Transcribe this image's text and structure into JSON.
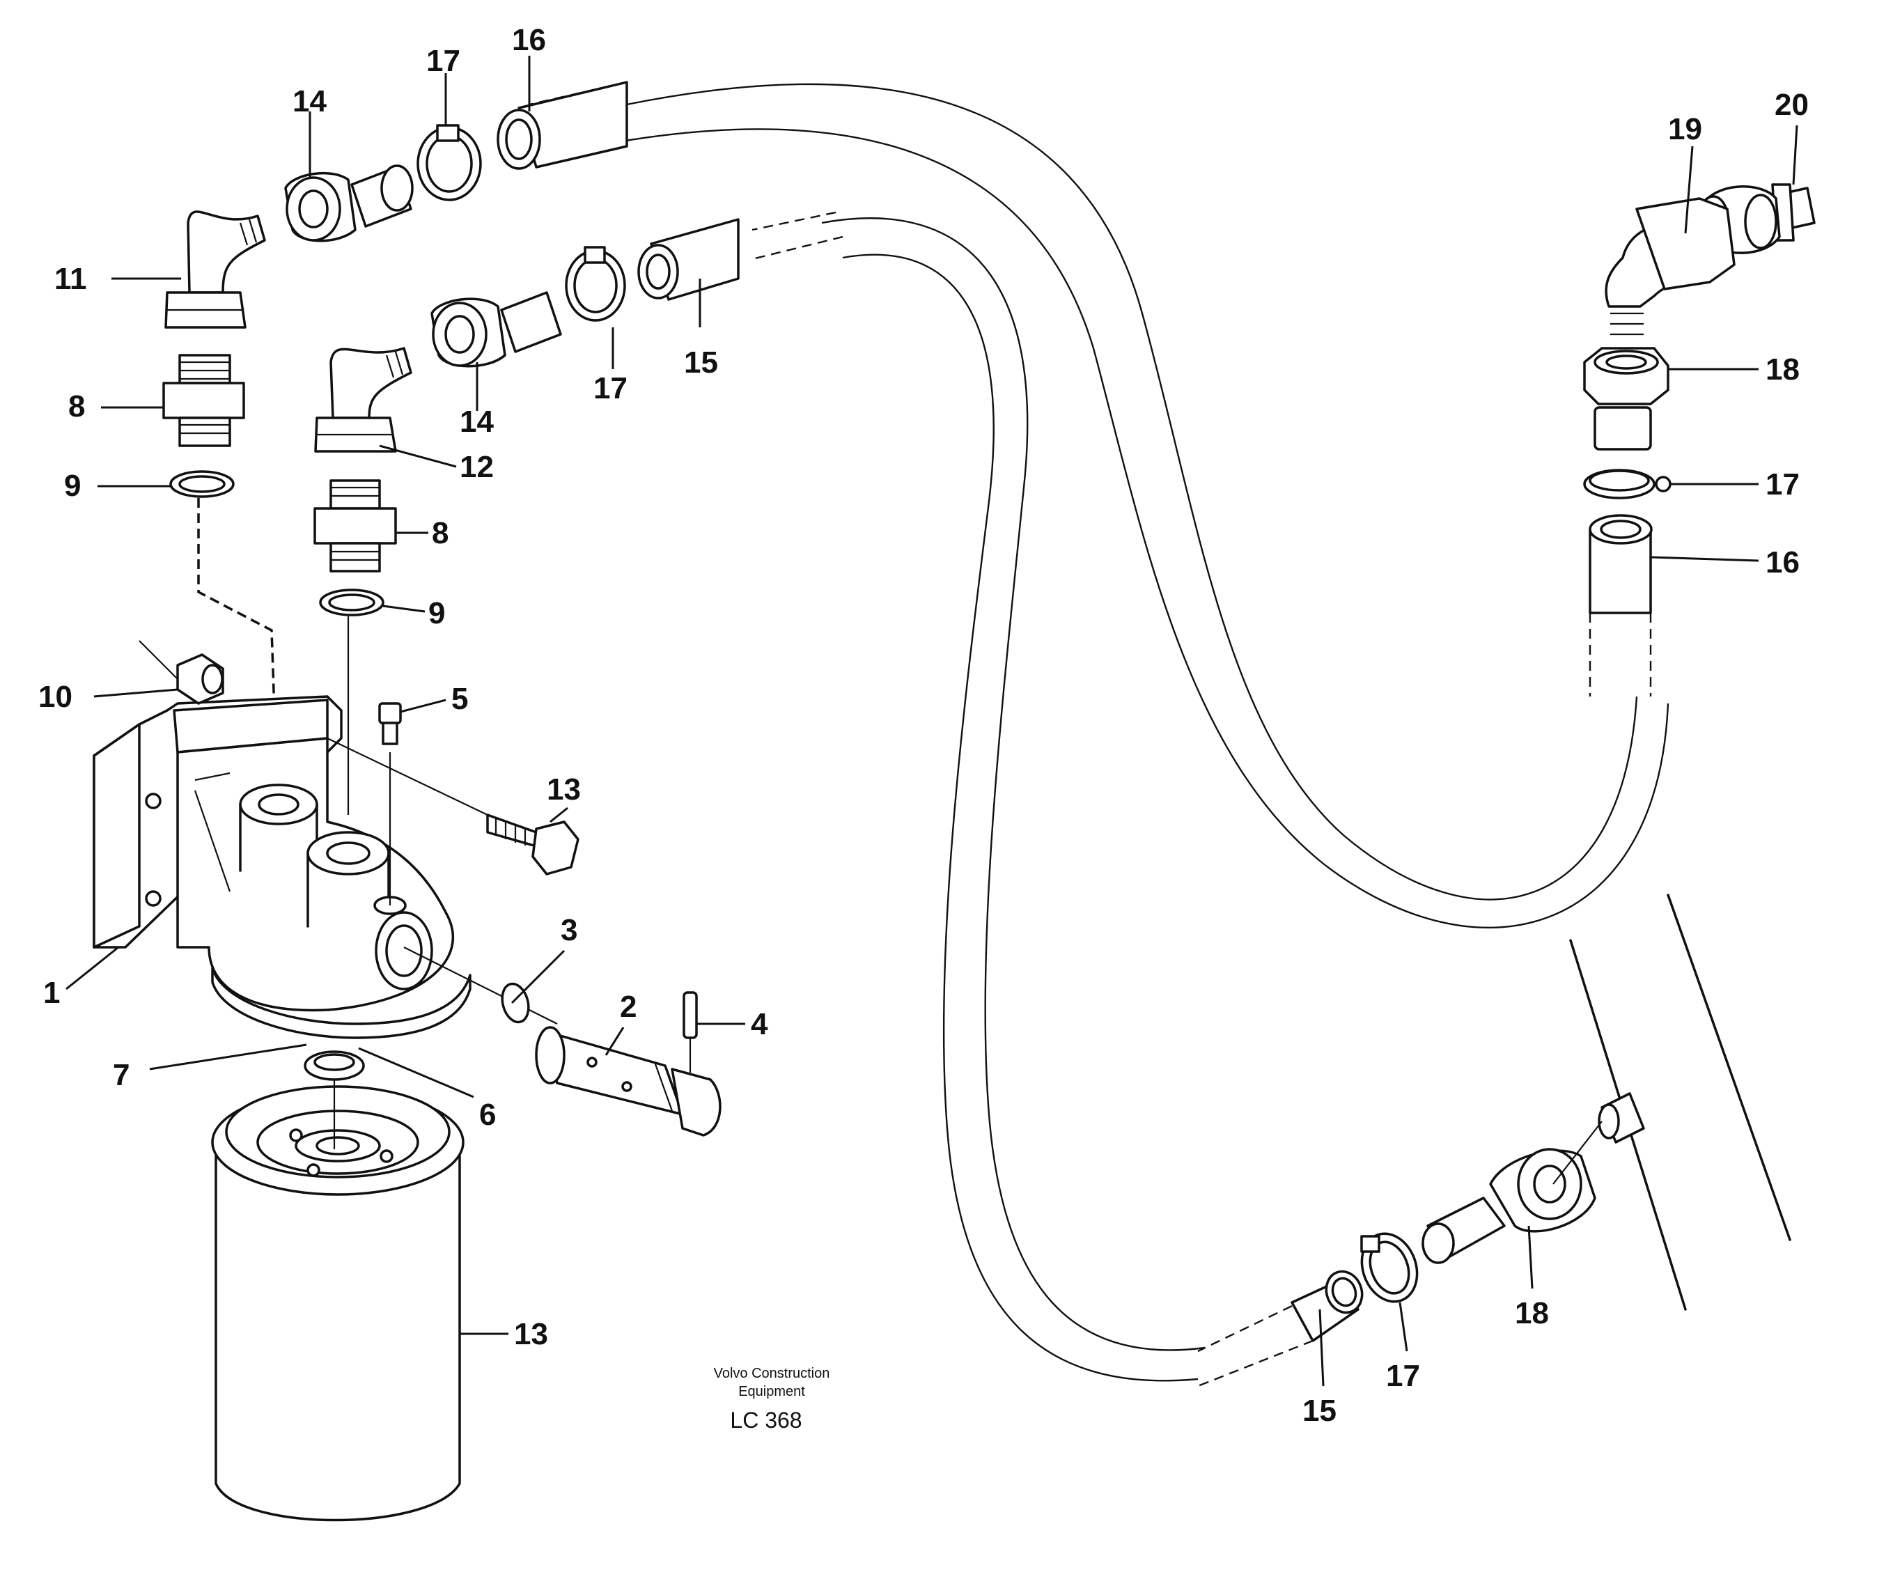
{
  "callouts": [
    {
      "id": "c1",
      "text": "1"
    },
    {
      "id": "c2",
      "text": "2"
    },
    {
      "id": "c3",
      "text": "3"
    },
    {
      "id": "c4",
      "text": "4"
    },
    {
      "id": "c5",
      "text": "5"
    },
    {
      "id": "c6",
      "text": "6"
    },
    {
      "id": "c7",
      "text": "7"
    },
    {
      "id": "c8a",
      "text": "8"
    },
    {
      "id": "c8b",
      "text": "8"
    },
    {
      "id": "c9a",
      "text": "9"
    },
    {
      "id": "c9b",
      "text": "9"
    },
    {
      "id": "c10",
      "text": "10"
    },
    {
      "id": "c11",
      "text": "11"
    },
    {
      "id": "c12",
      "text": "12"
    },
    {
      "id": "c13a",
      "text": "13"
    },
    {
      "id": "c13b",
      "text": "13"
    },
    {
      "id": "c14a",
      "text": "14"
    },
    {
      "id": "c14b",
      "text": "14"
    },
    {
      "id": "c15a",
      "text": "15"
    },
    {
      "id": "c15b",
      "text": "15"
    },
    {
      "id": "c16a",
      "text": "16"
    },
    {
      "id": "c16b",
      "text": "16"
    },
    {
      "id": "c17a",
      "text": "17"
    },
    {
      "id": "c17b",
      "text": "17"
    },
    {
      "id": "c17c",
      "text": "17"
    },
    {
      "id": "c17d",
      "text": "17"
    },
    {
      "id": "c18a",
      "text": "18"
    },
    {
      "id": "c18b",
      "text": "18"
    },
    {
      "id": "c19",
      "text": "19"
    },
    {
      "id": "c20",
      "text": "20"
    }
  ],
  "caption": {
    "line1": "Volvo Construction",
    "line2": "Equipment",
    "code": "LC 368"
  }
}
